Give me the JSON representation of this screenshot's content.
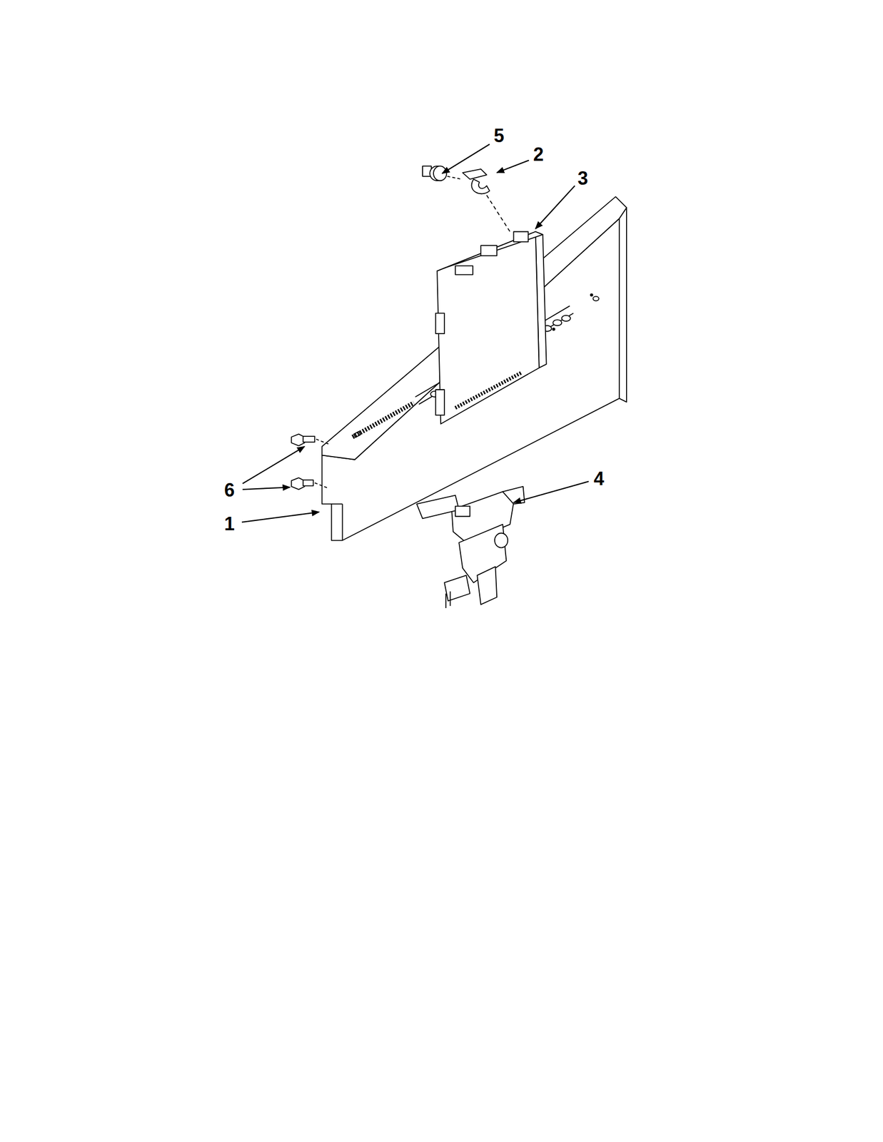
{
  "diagram": {
    "labels": [
      "5",
      "2",
      "3",
      "6",
      "1",
      "4"
    ]
  }
}
